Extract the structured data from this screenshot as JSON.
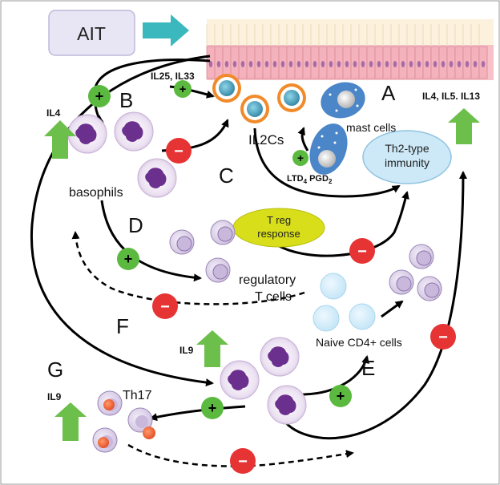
{
  "labels": {
    "ait": "AIT",
    "letter_a": "A",
    "letter_b": "B",
    "letter_c": "C",
    "letter_d": "D",
    "letter_e": "E",
    "letter_f": "F",
    "letter_g": "G",
    "il25_il33": "IL25, IL33",
    "il4": "IL4",
    "il4_il5_il13": "IL4, IL5. IL13",
    "il2cs": "IL2Cs",
    "mast_cells": "mast cells",
    "ltd": "LTD",
    "ltd_sub": "4",
    "pgd": " PGD",
    "pgd_sub": "2",
    "th2_line1": "Th2-type",
    "th2_line2": "immunity",
    "basophils": "basophils",
    "treg_line1": "T reg",
    "treg_line2": "response",
    "regulatory_line1": "regulatory",
    "regulatory_line2": "T cells",
    "il9_mid": "IL9",
    "il9_left": "IL9",
    "th17": "Th17",
    "naive_cd4": "Naive CD4+ cells"
  },
  "signs": {
    "plus": "+",
    "minus": "−"
  },
  "colors": {
    "plus_green": "#5ab93e",
    "minus_red": "#e63333",
    "basophil_purple": "#6b2f8e",
    "il2c_orange": "#f08a2a",
    "mast_blue": "#4a86c8",
    "th2_fill": "#cde9f7",
    "treg_fill": "#d8de1a",
    "ait_fill": "#e8e6f4",
    "arrow_teal": "#3ab8bd",
    "up_arrow_green": "#6cbf4a"
  }
}
